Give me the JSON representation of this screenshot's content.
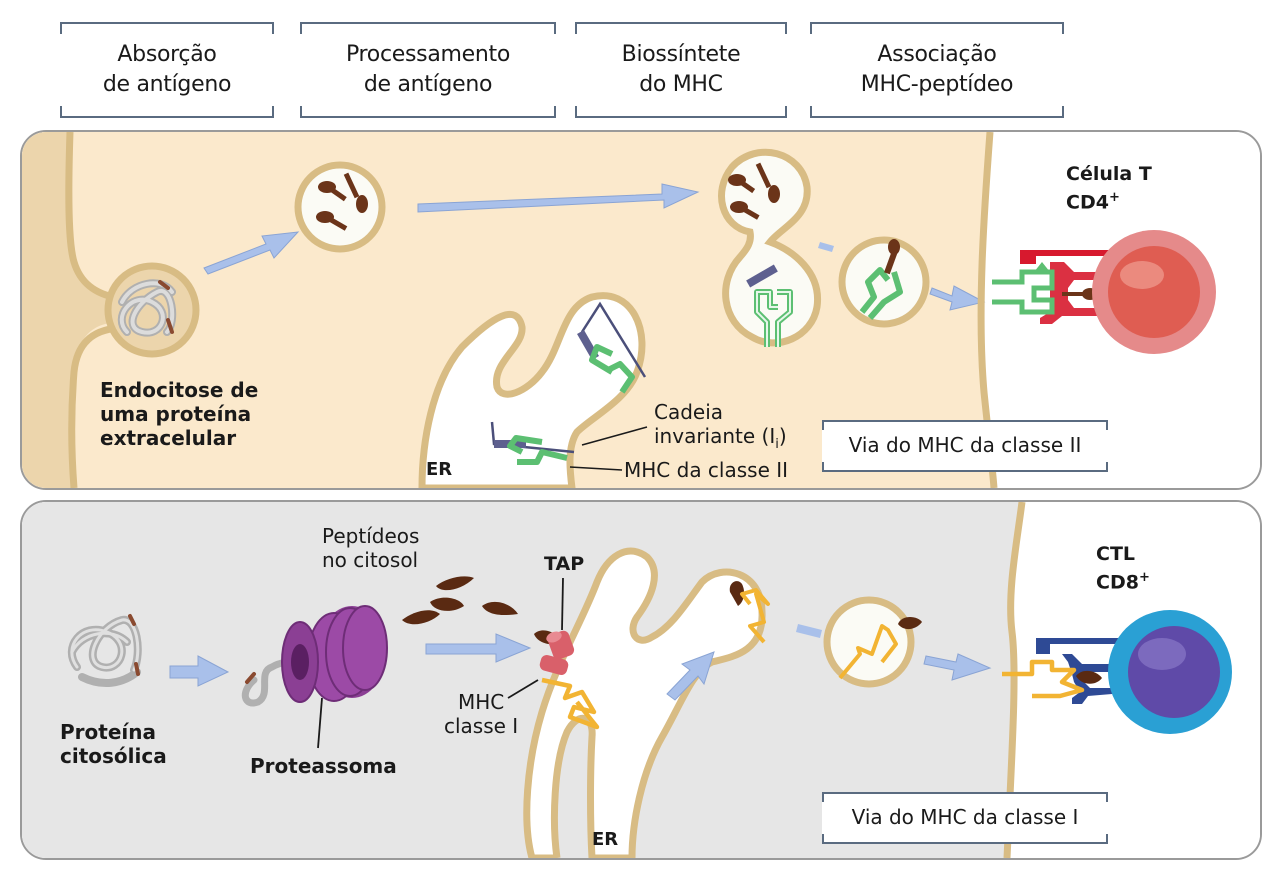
{
  "stages": [
    {
      "line1": "Absorção",
      "line2": "de antígeno"
    },
    {
      "line1": "Processamento",
      "line2": "de antígeno"
    },
    {
      "line1": "Biossíntete",
      "line2": "do MHC"
    },
    {
      "line1": "Associação",
      "line2": "MHC-peptídeo"
    }
  ],
  "class_ii": {
    "pathway_label": "Via do MHC da classe II",
    "endocytosis_label": [
      "Endocitose de",
      "uma proteína",
      "extracelular"
    ],
    "er_label": "ER",
    "invariant_chain_label": [
      "Cadeia",
      "invariante (I",
      "i",
      ")"
    ],
    "mhc_label": "MHC da classe II",
    "tcell_label": [
      "Célula T",
      "CD4",
      "+"
    ]
  },
  "class_i": {
    "pathway_label": "Via do MHC da classe I",
    "cytosolic_protein_label": [
      "Proteína",
      "citosólica"
    ],
    "proteasome_label": "Proteassoma",
    "peptides_label": [
      "Peptídeos",
      "no citosol"
    ],
    "tap_label": "TAP",
    "mhc_label": [
      "MHC",
      "classe I"
    ],
    "er_label": "ER",
    "ctl_label": [
      "CTL",
      "CD8",
      "+"
    ]
  },
  "colors": {
    "cell_top": "#fbe9cc",
    "cell_bottom": "#e6e6e6",
    "membrane": "#d8bc84",
    "arrow": "#a9c0ea",
    "peptide": "#6b3419",
    "mhc_ii": "#5cbf72",
    "mhc_i": "#f2b433",
    "invariant": "#4b4f7a",
    "cd4_tcell": "#e0585a",
    "cd8_tcell": "#2aa0d4",
    "proteasome": "#8b3f94",
    "tap": "#d9606a"
  }
}
